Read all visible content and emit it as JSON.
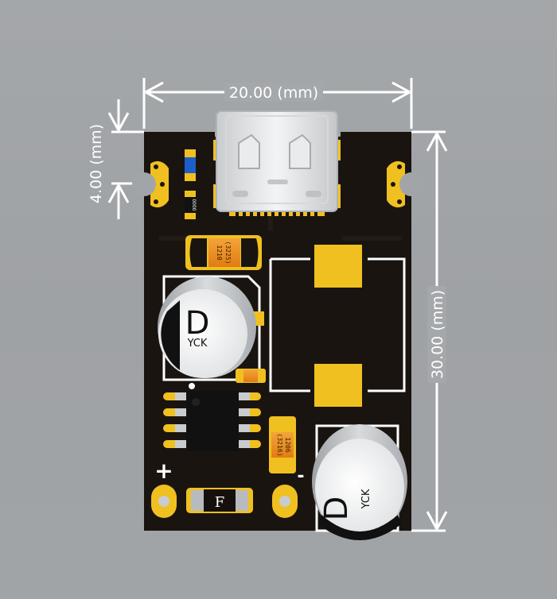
{
  "dimensions": {
    "width_label": "20.00 (mm)",
    "height_label": "30.00 (mm)",
    "offset_label": "4.00 (mm)"
  },
  "components": {
    "top_cap_label": "D",
    "top_cap_brand": "YCK",
    "bottom_cap_label": "D",
    "bottom_cap_brand": "YCK",
    "inductor_top_code": "1210",
    "inductor_top_code2": "(3225)",
    "inductor_bottom_code": "1206",
    "inductor_bottom_code2": "(3216)",
    "fuse_label": "F",
    "resistor_code": "0000"
  },
  "silkscreen": {
    "plus": "+",
    "minus": "-"
  },
  "colors": {
    "board": "#1a1410",
    "gold": "#f0c020",
    "dimension_line": "#ffffff"
  }
}
